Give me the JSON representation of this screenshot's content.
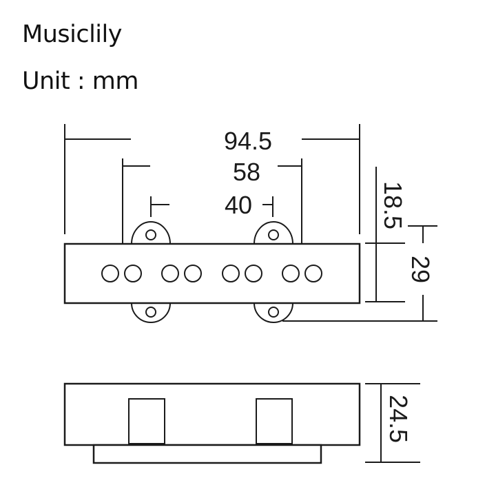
{
  "header": {
    "brand": "Musiclily",
    "unit_label": "Unit : mm"
  },
  "top_view": {
    "dimensions": {
      "overall_length": "94.5",
      "outer_mount_span": "58",
      "mount_hole_spacing": "40",
      "cover_to_mount_edge": "18.5",
      "overall_width": "29"
    },
    "pole_pieces": 8
  },
  "side_view": {
    "dimensions": {
      "height": "24.5"
    }
  },
  "colors": {
    "line": "#1a1a1a",
    "background": "#ffffff"
  }
}
